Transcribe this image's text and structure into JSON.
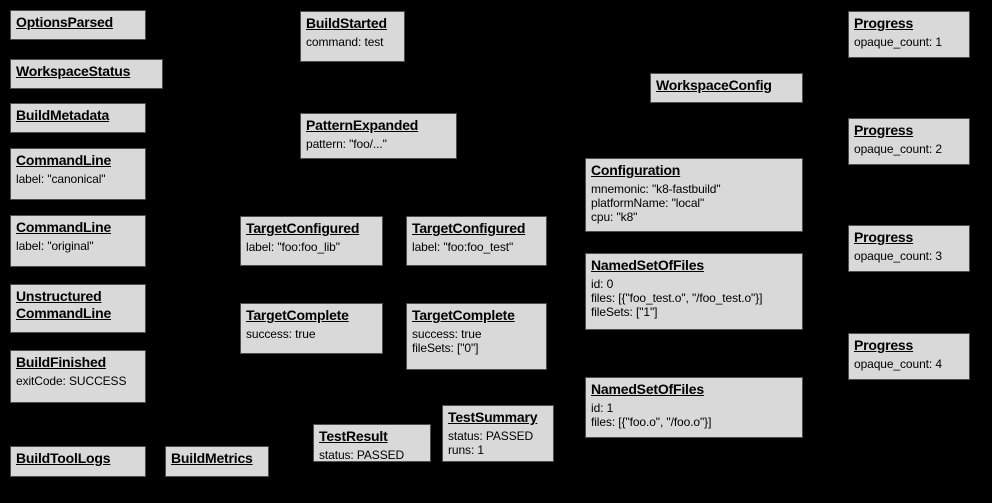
{
  "graph": {
    "background_color": "#000000",
    "node_fill_color": "#d9d9d9",
    "node_border_color": "#4d4d4d",
    "node_text_color": "#000000",
    "nodes": [
      {
        "id": "options-parsed",
        "title": "OptionsParsed",
        "fields": []
      },
      {
        "id": "workspace-status",
        "title": "WorkspaceStatus",
        "fields": []
      },
      {
        "id": "build-metadata",
        "title": "BuildMetadata",
        "fields": []
      },
      {
        "id": "command-line-canonical",
        "title": "CommandLine",
        "fields": [
          "label: \"canonical\""
        ]
      },
      {
        "id": "command-line-original",
        "title": "CommandLine",
        "fields": [
          "label: \"original\""
        ]
      },
      {
        "id": "unstructured-command-line",
        "title_line1": "Unstructured",
        "title_line2": "CommandLine",
        "title": "Unstructured CommandLine",
        "fields": []
      },
      {
        "id": "build-finished",
        "title": "BuildFinished",
        "fields": [
          "exitCode: SUCCESS"
        ]
      },
      {
        "id": "build-tool-logs",
        "title": "BuildToolLogs",
        "fields": []
      },
      {
        "id": "build-metrics",
        "title": "BuildMetrics",
        "fields": []
      },
      {
        "id": "build-started",
        "title": "BuildStarted",
        "fields": [
          "command: test"
        ]
      },
      {
        "id": "pattern-expanded",
        "title": "PatternExpanded",
        "fields": [
          "pattern: \"foo/...\""
        ]
      },
      {
        "id": "target-configured-lib",
        "title": "TargetConfigured",
        "fields": [
          "label: \"foo:foo_lib\""
        ]
      },
      {
        "id": "target-configured-test",
        "title": "TargetConfigured",
        "fields": [
          "label: \"foo:foo_test\""
        ]
      },
      {
        "id": "target-complete-lib",
        "title": "TargetComplete",
        "fields": [
          "success: true"
        ]
      },
      {
        "id": "target-complete-test",
        "title": "TargetComplete",
        "fields": [
          "success: true",
          "fileSets: [\"0\"]"
        ]
      },
      {
        "id": "test-result",
        "title": "TestResult",
        "fields": [
          "status: PASSED"
        ]
      },
      {
        "id": "test-summary",
        "title": "TestSummary",
        "fields": [
          "status: PASSED",
          "runs: 1"
        ]
      },
      {
        "id": "workspace-config",
        "title": "WorkspaceConfig",
        "fields": []
      },
      {
        "id": "configuration",
        "title": "Configuration",
        "fields": [
          "mnemonic: \"k8-fastbuild\"",
          "platformName: \"local\"",
          "cpu: \"k8\""
        ]
      },
      {
        "id": "named-set-of-files-0",
        "title": "NamedSetOfFiles",
        "fields": [
          "id: 0",
          "files: [{\"foo_test.o\", \"/foo_test.o\"}]",
          "fileSets: [\"1\"]"
        ]
      },
      {
        "id": "named-set-of-files-1",
        "title": "NamedSetOfFiles",
        "fields": [
          "id: 1",
          "files: [{\"foo.o\", \"/foo.o\"}]"
        ]
      },
      {
        "id": "progress-1",
        "title": "Progress",
        "fields": [
          "opaque_count: 1"
        ]
      },
      {
        "id": "progress-2",
        "title": "Progress",
        "fields": [
          "opaque_count: 2"
        ]
      },
      {
        "id": "progress-3",
        "title": "Progress",
        "fields": [
          "opaque_count: 3"
        ]
      },
      {
        "id": "progress-4",
        "title": "Progress",
        "fields": [
          "opaque_count: 4"
        ]
      }
    ]
  }
}
